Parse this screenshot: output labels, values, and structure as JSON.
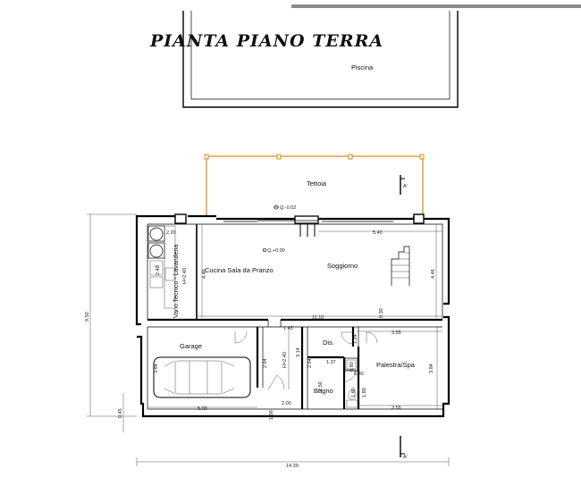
{
  "title": "PIANTA PIANO TERRA",
  "rooms": {
    "piscina": "Piscina",
    "tettoia": "Tettoia",
    "soggiorno": "Soggiorno",
    "cucina": "Cucina Sala da Pranzo",
    "vano_tecnico": "Vano Tecnico - Lavanderia",
    "vano_tecnico_h": "H=2,40",
    "garage": "Garage",
    "dis": "Dis.",
    "bagno": "Bagno",
    "palestra": "Palestra/Spa"
  },
  "levels": {
    "ext": "Q.-0.02",
    "int": "Q.+0.00"
  },
  "section_marks": {
    "top": "A'",
    "bottom": "A'"
  },
  "dimensions": {
    "total_width": "14.30",
    "total_height": "9.50",
    "foundation": "0.45",
    "cucina_w": "2.20",
    "cucina_h": "4.46",
    "vano_h": "2.40",
    "soggiorno_w": "5.40",
    "soggiorno_h": "4.46",
    "living_total": "11.10",
    "wall_030": "0.30",
    "gap_143": "1.43",
    "dis_124": "1.24",
    "pal_w_top": "3.55",
    "pal_w_bot": "3.55",
    "pal_h": "3.84",
    "garage_w": "5.00",
    "garage_h": "3.84",
    "garage_door": "2.84",
    "corridor_h": "H=2.40",
    "corr_314": "3.14",
    "corr_284": "2.84",
    "dis_137": "1.37",
    "bagno_250": "2.50",
    "bagno_160": "1.60",
    "bagno_180": "1.80",
    "shower_080": "0.80",
    "door_100": "1.00",
    "door_200": "2.00",
    "closet_080": "0.80"
  }
}
